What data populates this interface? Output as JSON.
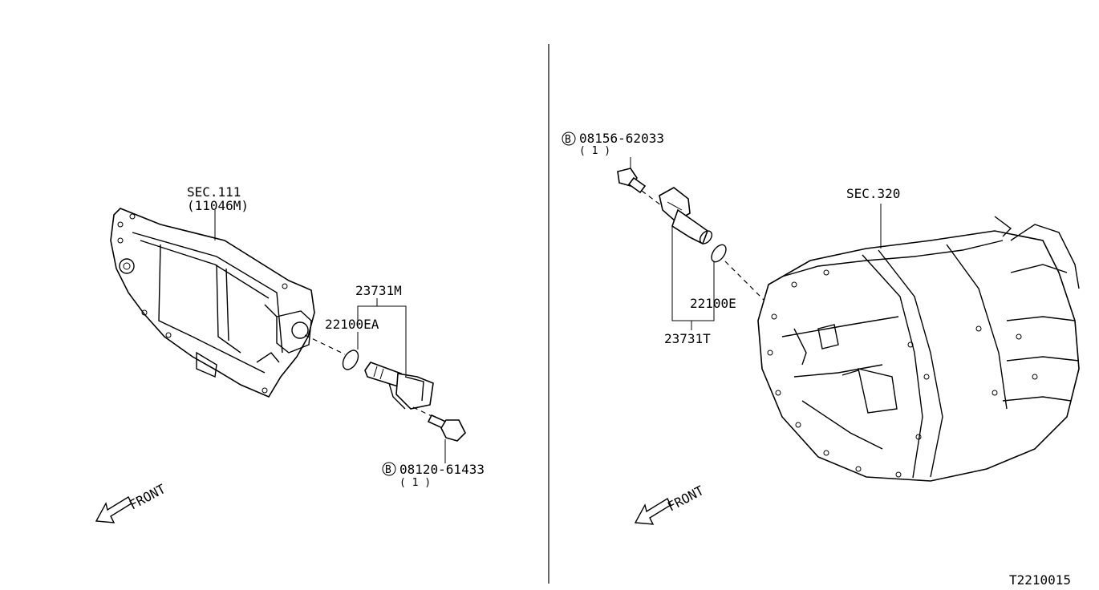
{
  "left": {
    "sec_label": "SEC.111",
    "sec_sub": "(11046M)",
    "sensor_part": "23731M",
    "oring_part": "22100EA",
    "bolt_part": "08120-61433",
    "bolt_qty": "( 1 )",
    "bolt_marker": "B",
    "front": "FRONT"
  },
  "right": {
    "bolt_part": "08156-62033",
    "bolt_qty": "( 1 )",
    "bolt_marker": "B",
    "sec_label": "SEC.320",
    "oring_part": "22100E",
    "sensor_part": "23731T",
    "front": "FRONT"
  },
  "diagram_code": "T2210015"
}
